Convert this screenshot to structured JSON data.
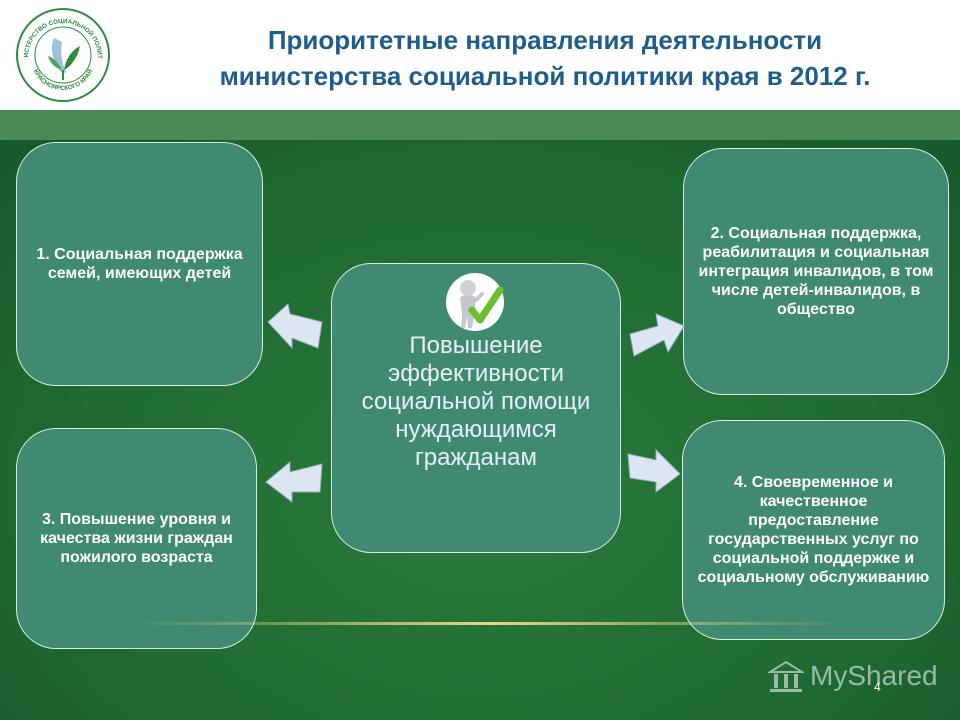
{
  "header": {
    "title_line1": "Приоритетные направления деятельности",
    "title_line2": "министерства социальной политики края в 2012 г.",
    "logo": {
      "top_text": "МИНИСТЕРСТВО СОЦИАЛЬНОЙ ПОЛИТИКИ",
      "bottom_text": "КРАСНОЯРСКОГО КРАЯ",
      "icon": "leaf-emblem-icon"
    }
  },
  "center": {
    "text": "Повышение эффективности социальной помощи нуждающимся гражданам",
    "icon": "person-checkmark-icon"
  },
  "boxes": {
    "item1": "1. Социальная поддержка семей, имеющих детей",
    "item2": "2. Социальная поддержка, реабилитация и социальная интеграция инвалидов, в том числе детей-инвалидов, в общество",
    "item3": "3. Повышение уровня и качества жизни граждан пожилого возраста",
    "item4": "4. Своевременное и качественное предоставление государственных услуг по социальной поддержке и социальному обслуживанию"
  },
  "footer": {
    "page_number": "4",
    "watermark": "MyShared"
  },
  "colors": {
    "title": "#1f5d8c",
    "background": "#1e6b33",
    "box_fill": "#3f8a70",
    "arrow_fill": "#dce6f0"
  }
}
